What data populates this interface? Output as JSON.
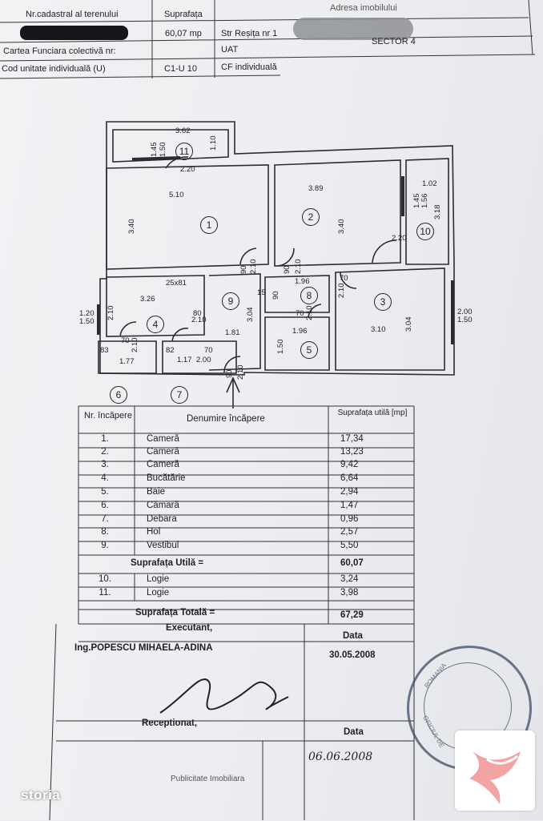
{
  "header": {
    "col1_title": "Nr.cadastral al terenului",
    "col2_title": "Suprafața",
    "col3_title": "Adresa imobilului",
    "area": "60,07 mp",
    "street": "Str Reșița nr 1",
    "carte": "Cartea Funciara colectivă nr:",
    "uat": "UAT",
    "sector": "SECTOR 4",
    "cod": "Cod unitate individuală (U)",
    "cod_val": "C1-U 10",
    "cf": "CF individuală"
  },
  "plan": {
    "dims": {
      "d362": "3.62",
      "d145": "1.45",
      "d150": "1.50",
      "d110": "1.10",
      "d220a": "2.20",
      "d510": "5.10",
      "d340a": "3.40",
      "d389": "3.89",
      "d340b": "3.40",
      "d102": "1.02",
      "d145b": "1.45",
      "d156": "1.56",
      "d318": "3.18",
      "d220b": "2.20",
      "d90a": "90",
      "d210a": "2.10",
      "d90b": "90",
      "d210b": "2.10",
      "d196a": "1.96",
      "d70a": "70",
      "d210c": "2.10",
      "d25x81": "25x81",
      "d326": "3.26",
      "d15": "15",
      "d90c": "90",
      "d80": "80",
      "d210d": "2.10",
      "d304a": "3.04",
      "d70b": "70",
      "d210e": "2.10",
      "d304b": "3.04",
      "d120": "1.20",
      "d150b": "1.50",
      "d210f": "2.10",
      "d181": "1.81",
      "d196b": "1.96",
      "d310": "3.10",
      "d200": "2.00",
      "d150c": "1.50",
      "d70c": "70",
      "d210g": "2.10",
      "d83": "83",
      "d177": "1.77",
      "d82": "82",
      "d117": "1.17",
      "d70d": "70",
      "d200b": "2.00",
      "d90d": "90",
      "d210h": "2.10",
      "d150d": "1.50"
    },
    "rooms": [
      "1",
      "2",
      "3",
      "4",
      "5",
      "6",
      "7",
      "8",
      "9",
      "10",
      "11"
    ]
  },
  "table": {
    "h1": "Nr. încăpere",
    "h2": "Denumire încăpere",
    "h3": "Suprafața utilă [mp]",
    "rows": [
      {
        "n": "1.",
        "name": "Cameră",
        "area": "17,34"
      },
      {
        "n": "2.",
        "name": "Cameră",
        "area": "13,23"
      },
      {
        "n": "3.",
        "name": "Cameră",
        "area": "9,42"
      },
      {
        "n": "4.",
        "name": "Bucătărie",
        "area": "6,64"
      },
      {
        "n": "5.",
        "name": "Baie",
        "area": "2,94"
      },
      {
        "n": "6.",
        "name": "Cămară",
        "area": "1,47"
      },
      {
        "n": "7.",
        "name": "Debara",
        "area": "0,96"
      },
      {
        "n": "8.",
        "name": "Hol",
        "area": "2,57"
      },
      {
        "n": "9.",
        "name": "Vestibul",
        "area": "5,50"
      }
    ],
    "util_label": "Suprafața Utilă =",
    "util_value": "60,07",
    "logii": [
      {
        "n": "10.",
        "name": "Logie",
        "area": "3,24"
      },
      {
        "n": "11.",
        "name": "Logie",
        "area": "3,98"
      }
    ],
    "total_label": "Suprafața Totală =",
    "total_value": "67,29",
    "executant": "Executant,",
    "data1": "Data",
    "engineer": "Ing.POPESCU MIHAELA-ADINA",
    "date1": "30.05.2008",
    "receptionat": "Receptionat,",
    "data2": "Data",
    "date2": "06.06.2008",
    "bottom": "Publicitate Imobiliara"
  },
  "stamp": {
    "top": "ROMANIA",
    "bottom": "OFICIUL DE"
  },
  "watermark": "storia"
}
